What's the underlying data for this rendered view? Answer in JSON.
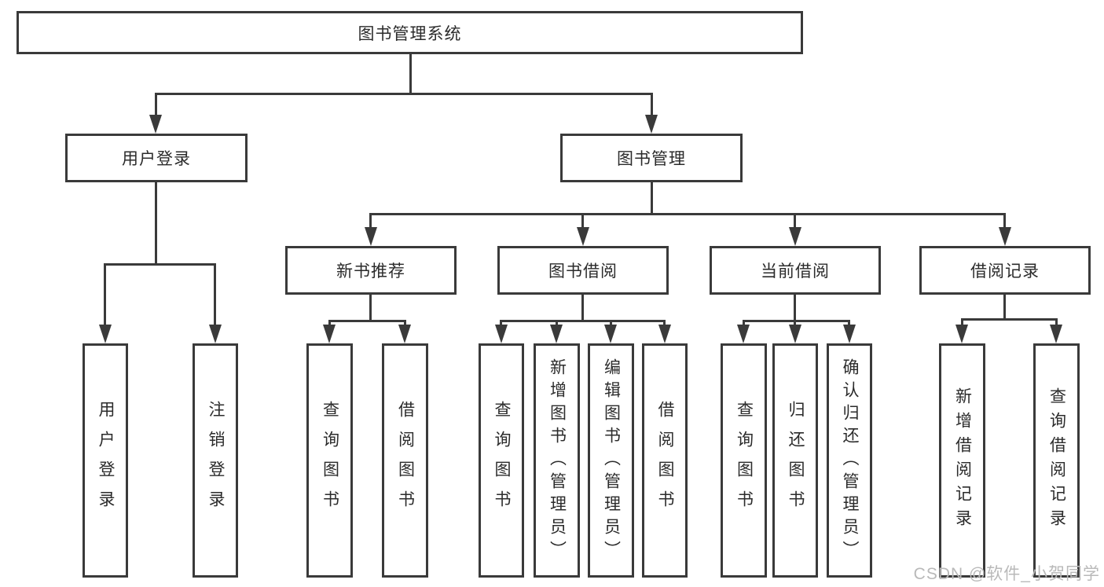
{
  "tree": {
    "root": "图书管理系统",
    "branches": [
      {
        "label": "用户登录",
        "children": [
          {
            "label": "用户登录"
          },
          {
            "label": "注销登录"
          }
        ]
      },
      {
        "label": "图书管理",
        "children": [
          {
            "label": "新书推荐",
            "children": [
              {
                "label": "查询图书"
              },
              {
                "label": "借阅图书"
              }
            ]
          },
          {
            "label": "图书借阅",
            "children": [
              {
                "label": "查询图书"
              },
              {
                "label": "新增图书（管理员）"
              },
              {
                "label": "编辑图书（管理员）"
              },
              {
                "label": "借阅图书"
              }
            ]
          },
          {
            "label": "当前借阅",
            "children": [
              {
                "label": "查询图书"
              },
              {
                "label": "归还图书"
              },
              {
                "label": "确认归还（管理员）"
              }
            ]
          },
          {
            "label": "借阅记录",
            "children": [
              {
                "label": "新增借阅记录"
              },
              {
                "label": "查询借阅记录"
              }
            ]
          }
        ]
      }
    ]
  },
  "watermark": "CSDN @软件_小贺同学",
  "colors": {
    "line": "#3a3a3a",
    "text": "#2b2b2b",
    "watermark": "#b9b9b9",
    "background": "#ffffff"
  }
}
